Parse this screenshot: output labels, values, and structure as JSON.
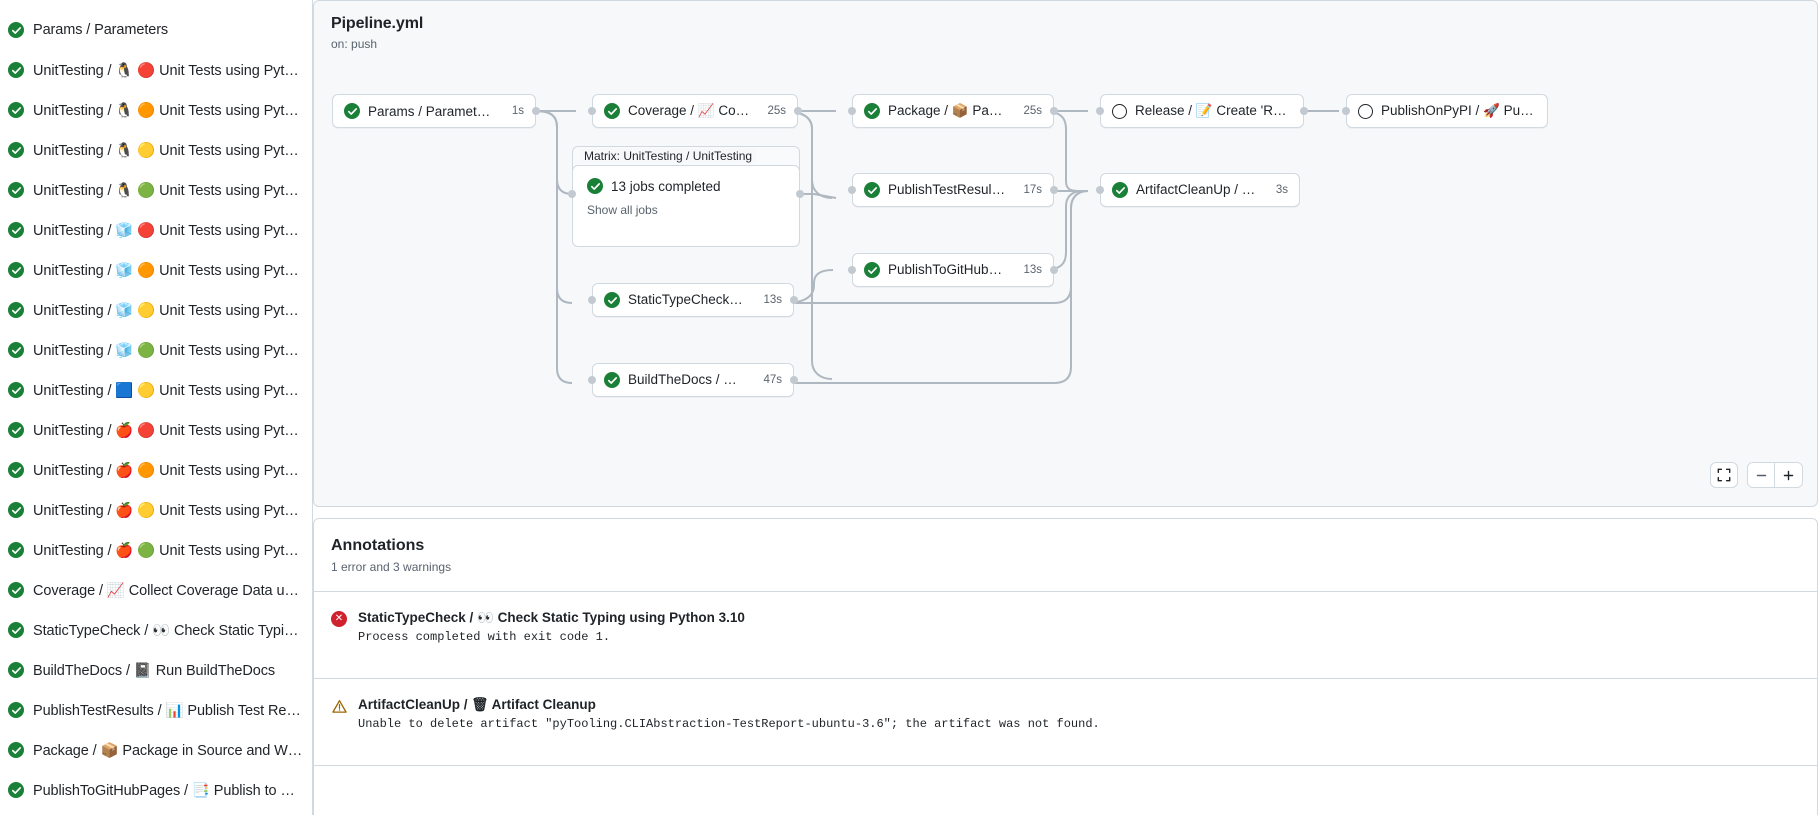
{
  "sidebar": {
    "jobs": [
      {
        "status": "success",
        "text": "Params / Parameters",
        "emoji": "",
        "emoji2": ""
      },
      {
        "status": "success",
        "text": "UnitTesting / 🐧 🔴 Unit Tests using Pyth…"
      },
      {
        "status": "success",
        "text": "UnitTesting / 🐧 🟠 Unit Tests using Pyth…"
      },
      {
        "status": "success",
        "text": "UnitTesting / 🐧 🟡 Unit Tests using Pyth…"
      },
      {
        "status": "success",
        "text": "UnitTesting / 🐧 🟢 Unit Tests using Pyth…"
      },
      {
        "status": "success",
        "text": "UnitTesting / 🧊 🔴 Unit Tests using Pyth…"
      },
      {
        "status": "success",
        "text": "UnitTesting / 🧊 🟠 Unit Tests using Pyth…"
      },
      {
        "status": "success",
        "text": "UnitTesting / 🧊 🟡 Unit Tests using Pyth…"
      },
      {
        "status": "success",
        "text": "UnitTesting / 🧊 🟢 Unit Tests using Pyth…"
      },
      {
        "status": "success",
        "text": "UnitTesting / 🟦 🟡 Unit Tests using Pyth…"
      },
      {
        "status": "success",
        "text": "UnitTesting / 🍎 🔴 Unit Tests using Pyth…"
      },
      {
        "status": "success",
        "text": "UnitTesting / 🍎 🟠 Unit Tests using Pyth…"
      },
      {
        "status": "success",
        "text": "UnitTesting / 🍎 🟡 Unit Tests using Pyth…"
      },
      {
        "status": "success",
        "text": "UnitTesting / 🍎 🟢 Unit Tests using Pyth…"
      },
      {
        "status": "success",
        "text": "Coverage / 📈 Collect Coverage Data usi…"
      },
      {
        "status": "success",
        "text": "StaticTypeCheck / 👀 Check Static Typing…"
      },
      {
        "status": "success",
        "text": "BuildTheDocs / 📓 Run BuildTheDocs"
      },
      {
        "status": "success",
        "text": "PublishTestResults / 📊 Publish Test Resu…"
      },
      {
        "status": "success",
        "text": "Package / 📦 Package in Source and Wh…"
      },
      {
        "status": "success",
        "text": "PublishToGitHubPages / 📑 Publish to G…"
      }
    ]
  },
  "graph": {
    "title": "Pipeline.yml",
    "trigger": "on: push",
    "nodes": [
      {
        "id": "params",
        "status": "success",
        "label": "Params / Parameters",
        "duration": "1s"
      },
      {
        "id": "coverage",
        "status": "success",
        "label": "Coverage / 📈 Collect Cove…",
        "duration": "25s"
      },
      {
        "id": "package",
        "status": "success",
        "label": "Package / 📦 Package in So…",
        "duration": "25s"
      },
      {
        "id": "release",
        "status": "pending",
        "label": "Release / 📝 Create 'Release P…",
        "duration": ""
      },
      {
        "id": "pypi",
        "status": "pending",
        "label": "PublishOnPyPI / 🚀 Publish to …",
        "duration": ""
      },
      {
        "id": "ptr",
        "status": "success",
        "label": "PublishTestResults / 📊 Pu…",
        "duration": "17s"
      },
      {
        "id": "cleanup",
        "status": "success",
        "label": "ArtifactCleanUp / 🗑 Artifac…",
        "duration": "3s"
      },
      {
        "id": "ghpages",
        "status": "success",
        "label": "PublishToGitHubPages / 📑 …",
        "duration": "13s"
      },
      {
        "id": "stc",
        "status": "success",
        "label": "StaticTypeCheck / 👀 Chec…",
        "duration": "13s"
      },
      {
        "id": "docs",
        "status": "success",
        "label": "BuildTheDocs / 📓 Run Buil…",
        "duration": "47s"
      }
    ],
    "matrix": {
      "label": "Matrix: UnitTesting / UnitTesting",
      "status": "success",
      "summary": "13 jobs completed",
      "show_all": "Show all jobs"
    },
    "controls": {
      "fit_screen": "fit-screen",
      "zoom_out": "−",
      "zoom_in": "+"
    }
  },
  "annotations": {
    "title": "Annotations",
    "subtitle": "1 error and 3 warnings",
    "items": [
      {
        "level": "error",
        "header": "StaticTypeCheck / 👀 Check Static Typing using Python 3.10",
        "message": "Process completed with exit code 1."
      },
      {
        "level": "warning",
        "header": "ArtifactCleanUp / 🗑 Artifact Cleanup",
        "message": "Unable to delete artifact \"pyTooling.CLIAbstraction-TestReport-ubuntu-3.6\"; the artifact was not found."
      }
    ]
  },
  "colors": {
    "success": "#1a7f37",
    "error": "#cf222e",
    "warning": "#9a6700",
    "border": "#d1d9e0",
    "canvas": "#f6f8fa",
    "muted": "#59636e"
  }
}
